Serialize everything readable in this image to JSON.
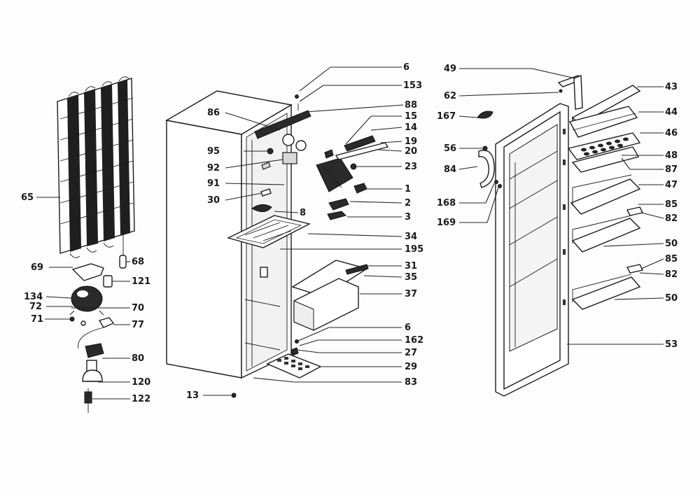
{
  "labels": {
    "l6a": "6",
    "l153": "153",
    "l88": "88",
    "l15": "15",
    "l14": "14",
    "l19": "19",
    "l20": "20",
    "l23": "23",
    "l1": "1",
    "l2": "2",
    "l3": "3",
    "l8": "8",
    "l34": "34",
    "l195": "195",
    "l31": "31",
    "l35": "35",
    "l37": "37",
    "l6b": "6",
    "l162": "162",
    "l27": "27",
    "l29": "29",
    "l83": "83",
    "l86": "86",
    "l95": "95",
    "l92": "92",
    "l91": "91",
    "l30": "30",
    "l13": "13",
    "l65": "65",
    "l68": "68",
    "l69": "69",
    "l121": "121",
    "l134": "134",
    "l72": "72",
    "l70": "70",
    "l71": "71",
    "l77": "77",
    "l80": "80",
    "l120": "120",
    "l122": "122",
    "l49": "49",
    "l62": "62",
    "l167": "167",
    "l56": "56",
    "l84": "84",
    "l168": "168",
    "l169": "169",
    "l43": "43",
    "l44": "44",
    "l46": "46",
    "l48": "48",
    "l87": "87",
    "l47": "47",
    "l85a": "85",
    "l82a": "82",
    "l50a": "50",
    "l85b": "85",
    "l82b": "82",
    "l50b": "50",
    "l53": "53"
  }
}
